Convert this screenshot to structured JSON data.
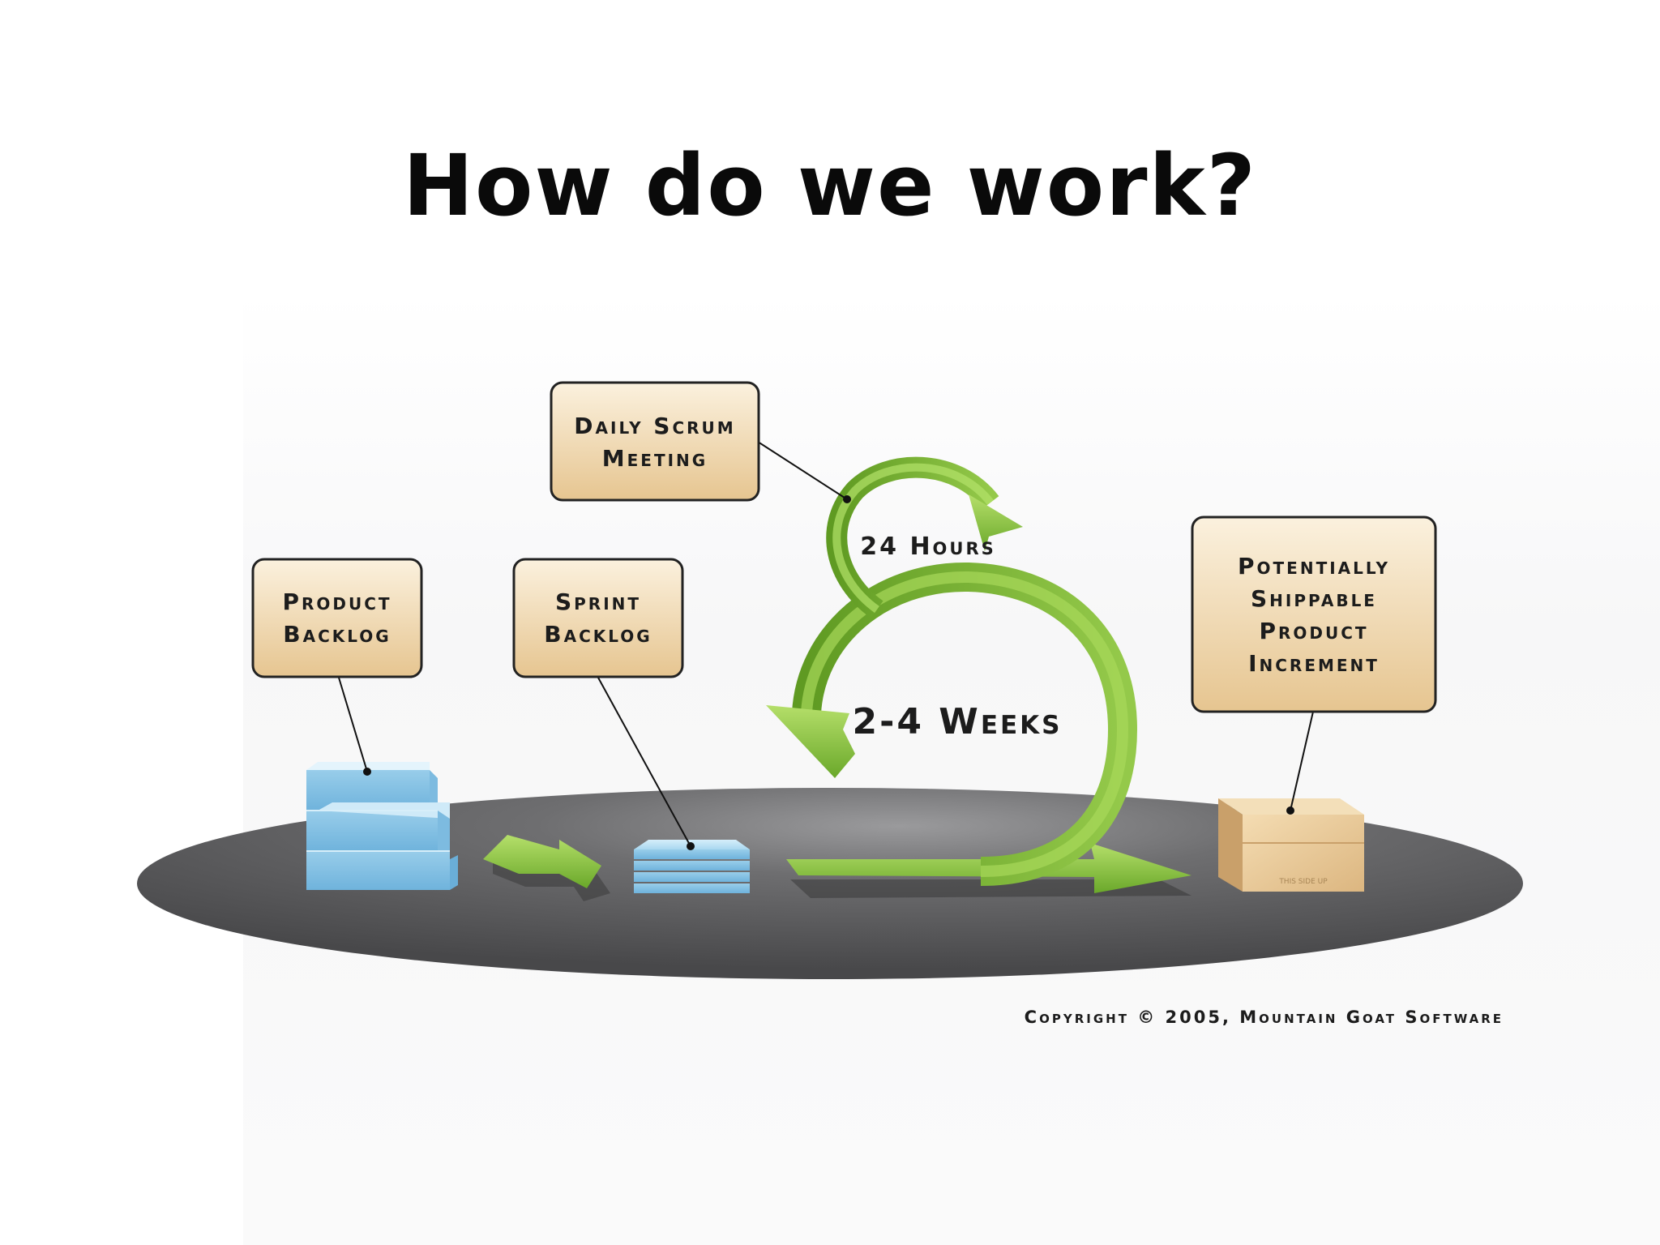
{
  "slide": {
    "title": "How do we work?"
  },
  "diagram": {
    "boxes": {
      "daily_scrum": [
        "Daily Scrum",
        "Meeting"
      ],
      "product_backlog": [
        "Product",
        "Backlog"
      ],
      "sprint_backlog": [
        "Sprint",
        "Backlog"
      ],
      "shippable": [
        "Potentially",
        "Shippable",
        "Product",
        "Increment"
      ]
    },
    "cycle_labels": {
      "daily": "24 Hours",
      "sprint": "2-4 Weeks"
    },
    "box_stamp": "THIS SIDE UP",
    "copyright": "Copyright © 2005, Mountain Goat Software"
  },
  "colors": {
    "box_fill_top": "#fbf0dc",
    "box_fill_bottom": "#e8c894",
    "arrow_green": "#8cc63f",
    "platform": "#4a4a4c",
    "backlog_blue": "#9fd2ee"
  }
}
